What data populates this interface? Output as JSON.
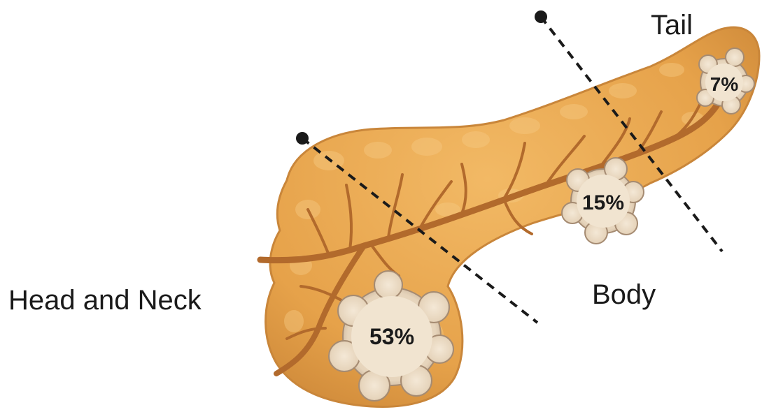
{
  "regions": {
    "head_neck": {
      "label": "Head and Neck",
      "percent": "53%"
    },
    "body": {
      "label": "Body",
      "percent": "15%"
    },
    "tail": {
      "label": "Tail",
      "percent": "7%"
    }
  },
  "colors": {
    "pancreas": "#e8a94e",
    "pancreas_dark": "#c9863a",
    "pancreas_light": "#f6c982",
    "duct": "#b26a2c",
    "tumor_fill": "#ecdcc4",
    "tumor_ring": "#b89f86",
    "divider": "#1a1a1a"
  }
}
